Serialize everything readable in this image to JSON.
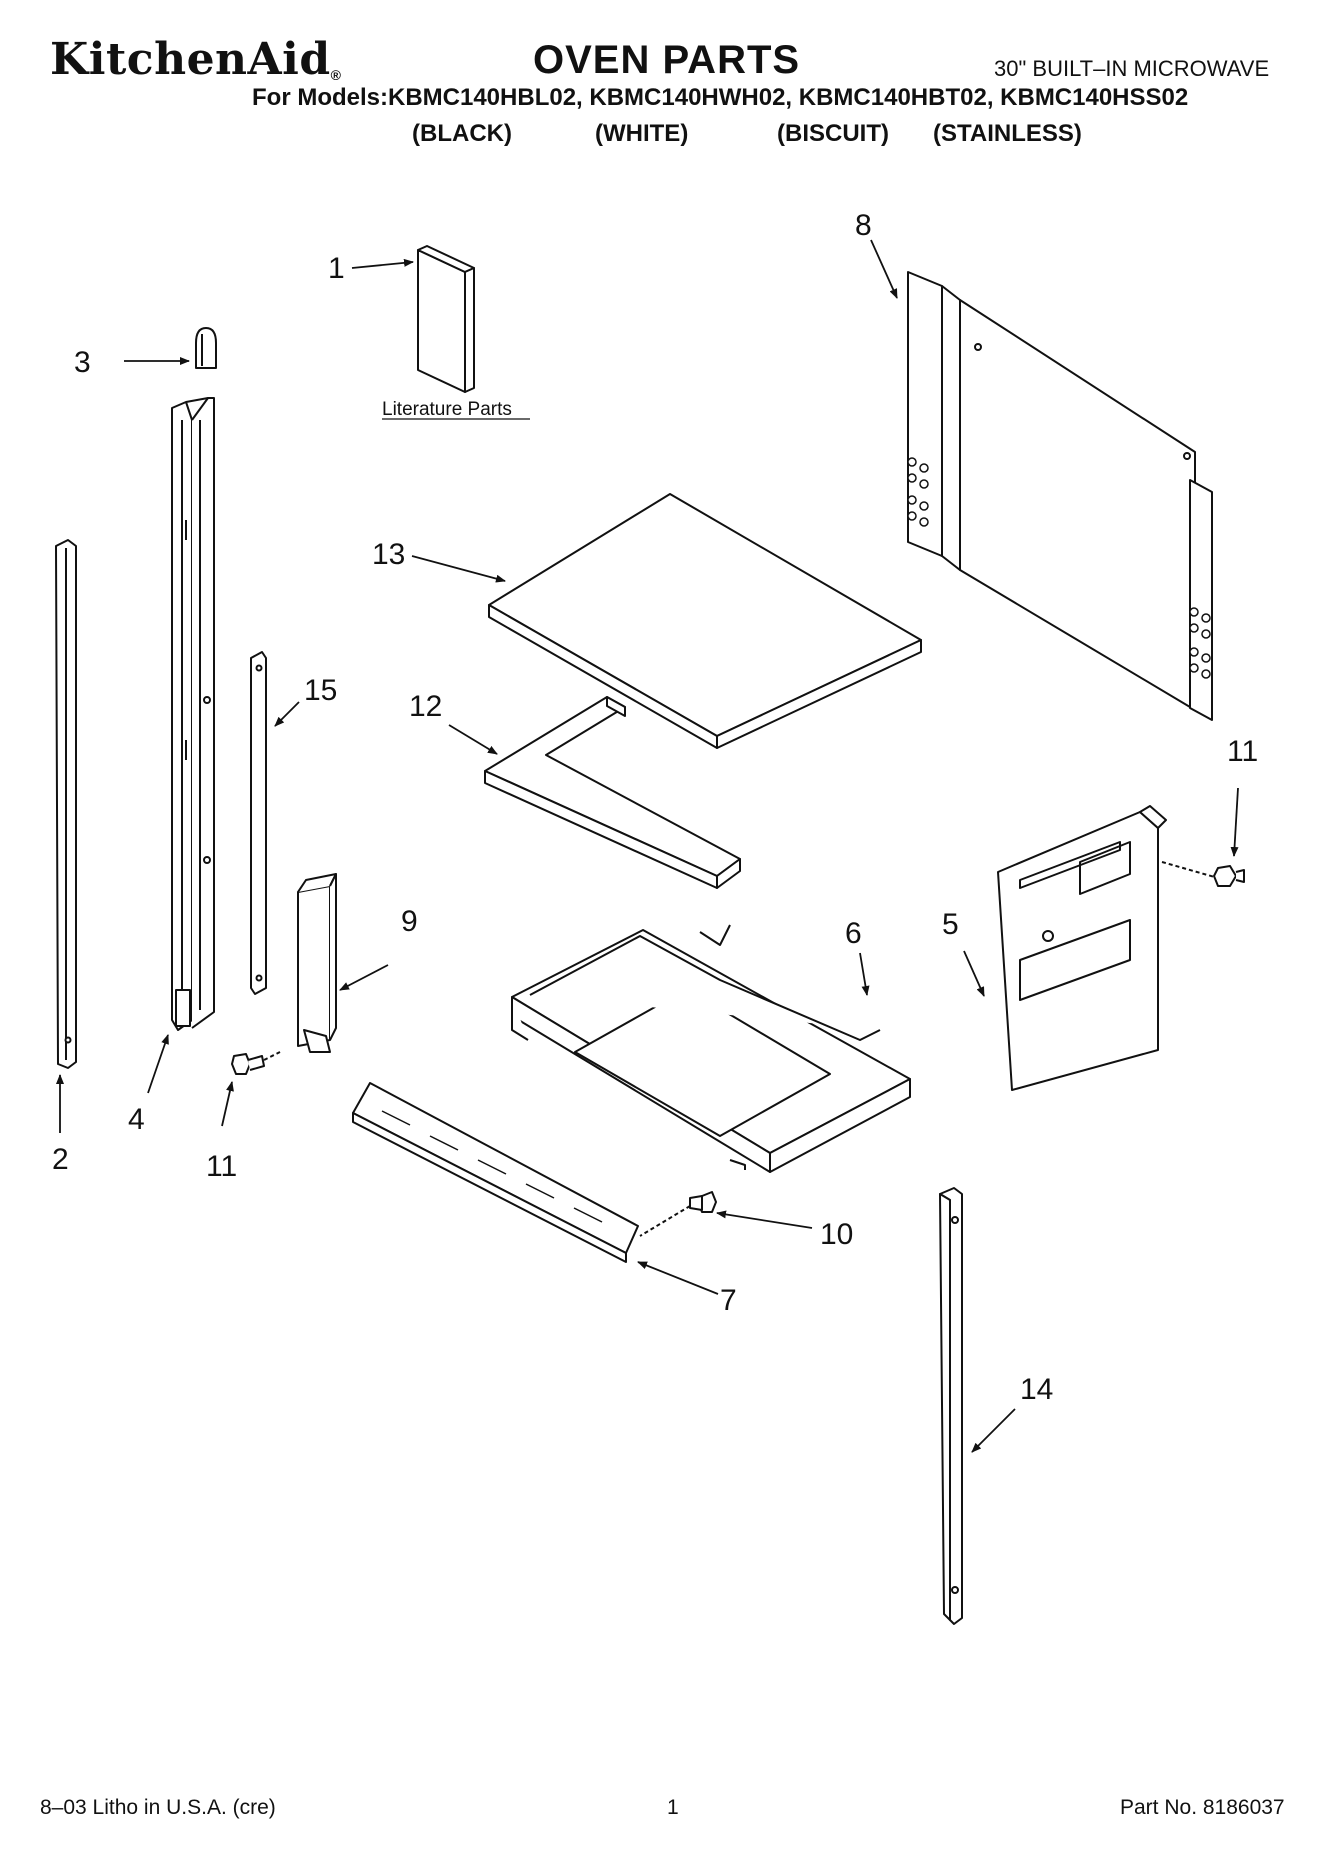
{
  "header": {
    "brand": "KitchenAid",
    "brand_mark": "®",
    "title": "OVEN PARTS",
    "subtitle": "30\" BUILT–IN MICROWAVE",
    "models": "For Models:KBMC140HBL02, KBMC140HWH02, KBMC140HBT02, KBMC140HSS02",
    "colors": [
      "(BLACK)",
      "(WHITE)",
      "(BISCUIT)",
      "(STAINLESS)"
    ]
  },
  "diagram": {
    "literature_label": "Literature Parts",
    "callouts": {
      "c1": "1",
      "c2": "2",
      "c3": "3",
      "c4": "4",
      "c5": "5",
      "c6": "6",
      "c7": "7",
      "c8": "8",
      "c9": "9",
      "c10": "10",
      "c11a": "11",
      "c11b": "11",
      "c12": "12",
      "c13": "13",
      "c14": "14",
      "c15": "15"
    }
  },
  "footer": {
    "left": "8–03 Litho in U.S.A. (cre)",
    "center": "1",
    "right": "Part No. 8186037"
  }
}
